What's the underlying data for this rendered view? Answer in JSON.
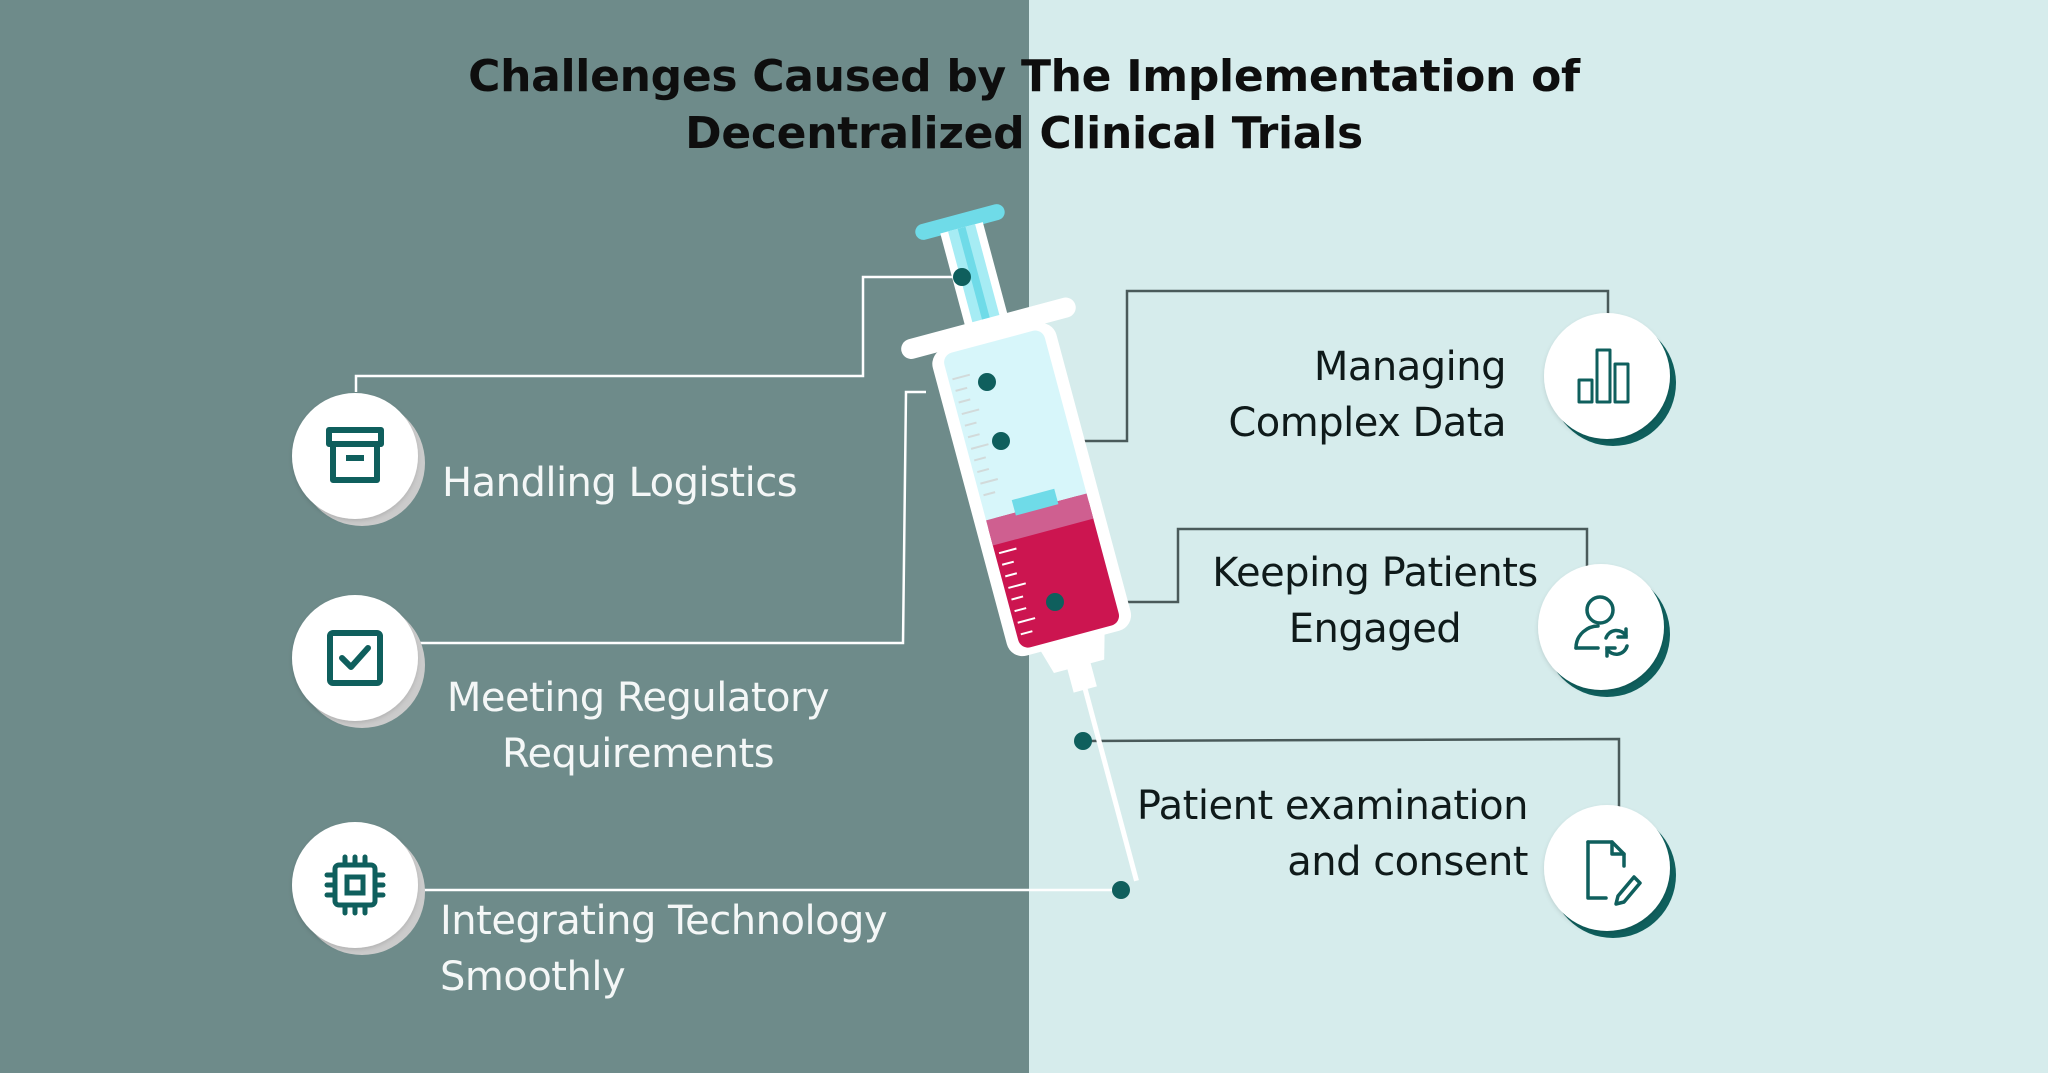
{
  "title": {
    "line1": "Challenges Caused by The Implementation of",
    "line2": "Decentralized Clinical Trials"
  },
  "colors": {
    "left_panel": "#6e8b8a",
    "right_panel": "#d6ecec",
    "accent_dark_teal": "#0f5f5d",
    "syringe_barrel_fill": "#a6ecf4",
    "blood": "#cc1550"
  },
  "items": {
    "handling_logistics": {
      "label": "Handling Logistics",
      "icon": "archive-box-icon"
    },
    "meeting_regulatory": {
      "line1": "Meeting Regulatory",
      "line2": "Requirements",
      "icon": "checkbox-checked-icon"
    },
    "integrating_technology": {
      "line1": "Integrating Technology",
      "line2": "Smoothly",
      "icon": "cpu-chip-icon"
    },
    "managing_data": {
      "line1": "Managing",
      "line2": "Complex Data",
      "icon": "bar-chart-icon"
    },
    "keeping_patients": {
      "line1": "Keeping Patients",
      "line2": "Engaged",
      "icon": "user-sync-icon"
    },
    "patient_examination": {
      "line1": "Patient examination",
      "line2": "and consent",
      "icon": "document-edit-icon"
    }
  }
}
